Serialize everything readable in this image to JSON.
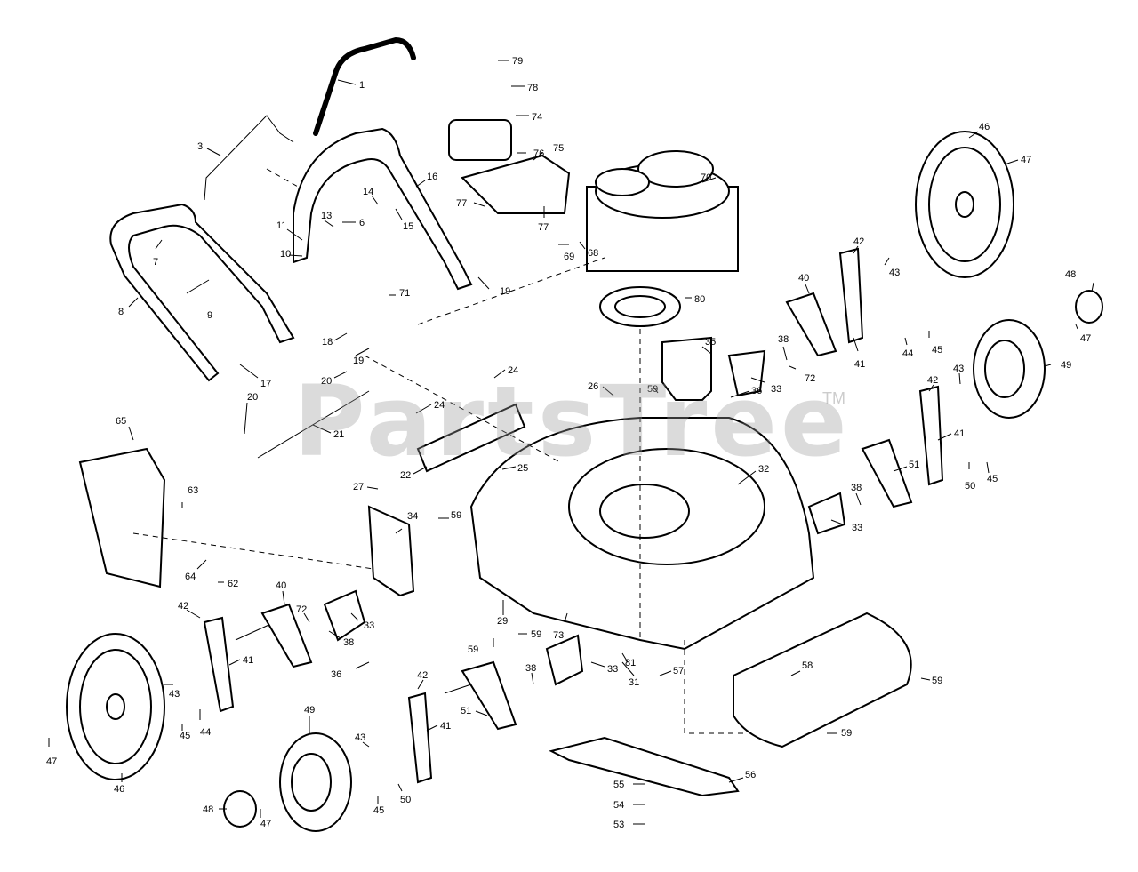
{
  "watermark": {
    "text": "PartsTree",
    "tm": "TM"
  },
  "labels": [
    "1",
    "3",
    "6",
    "7",
    "8",
    "9",
    "10",
    "11",
    "13",
    "14",
    "15",
    "16",
    "17",
    "18",
    "19",
    "20",
    "21",
    "22",
    "24",
    "25",
    "26",
    "27",
    "29",
    "31",
    "32",
    "33",
    "34",
    "35",
    "36",
    "38",
    "40",
    "41",
    "42",
    "43",
    "44",
    "45",
    "46",
    "47",
    "48",
    "49",
    "50",
    "51",
    "53",
    "54",
    "55",
    "56",
    "57",
    "58",
    "59",
    "62",
    "63",
    "64",
    "65",
    "68",
    "69",
    "70",
    "71",
    "72",
    "73",
    "74",
    "75",
    "76",
    "77",
    "78",
    "79",
    "80",
    "81"
  ]
}
